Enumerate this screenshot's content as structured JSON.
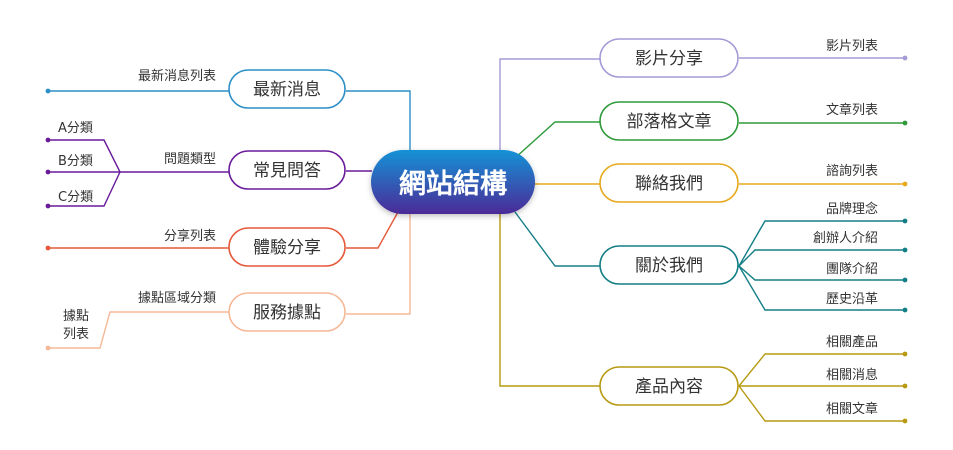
{
  "center": {
    "label": "網站結構"
  },
  "left": {
    "news": {
      "label": "最新消息",
      "leaf": "最新消息列表"
    },
    "faq": {
      "label": "常見問答",
      "sub": "問題類型",
      "leaves": [
        "A分類",
        "B分類",
        "C分類"
      ]
    },
    "experience": {
      "label": "體驗分享",
      "leaf": "分享列表"
    },
    "locations": {
      "label": "服務據點",
      "sub": "據點區域分類",
      "leaf_line1": "據點",
      "leaf_line2": "列表"
    }
  },
  "right": {
    "video": {
      "label": "影片分享",
      "leaf": "影片列表"
    },
    "blog": {
      "label": "部落格文章",
      "leaf": "文章列表"
    },
    "contact": {
      "label": "聯絡我們",
      "leaf": "諮詢列表"
    },
    "about": {
      "label": "關於我們",
      "leaves": [
        "品牌理念",
        "創辦人介紹",
        "團隊介紹",
        "歷史沿革"
      ]
    },
    "products": {
      "label": "產品內容",
      "leaves": [
        "相關產品",
        "相關消息",
        "相關文章"
      ]
    }
  },
  "colors": {
    "news": "#2b8fc6",
    "faq": "#6a1b9a",
    "experience": "#e5583a",
    "locations": "#f5b896",
    "video": "#a59ad6",
    "blog": "#2e9a3a",
    "contact": "#e6a91c",
    "about": "#137e86",
    "products": "#b79a12",
    "center_top": "#1592d6",
    "center_bottom": "#4b2a97"
  }
}
